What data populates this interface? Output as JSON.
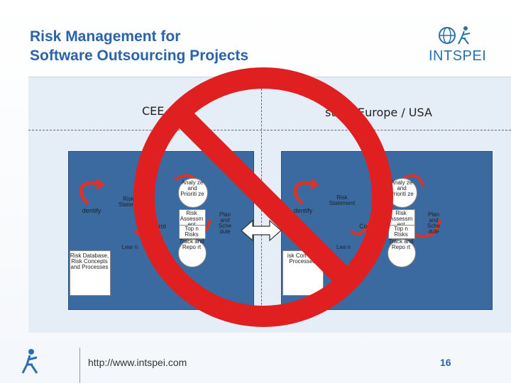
{
  "title": {
    "line1": "Risk Management for",
    "line2": "Software Outsourcing Projects"
  },
  "logo": {
    "text": "INTSPEI"
  },
  "columns": {
    "left_header": "CEE",
    "right_header": "stern  Europe / USA"
  },
  "left_diagram": {
    "identify": "dentify",
    "risk_statement": "Risk Statem-",
    "analyze": "Analy ze and Prioriti ze",
    "risk_assessment": "Risk Assessm ent",
    "top_n": "Top n Risks",
    "plan": "Plan and Sche dule",
    "control": "ntrol",
    "learn": "Lear n",
    "track": "Track and Repo rt",
    "database": "Risk Database, Risk Concepts and Processes"
  },
  "right_diagram": {
    "identify": "dentify",
    "risk_statement": "Risk Statement",
    "analyze": "Analy ze and Prioriti ze",
    "risk_assessment": "Risk Assessm ent",
    "top_n": "Top n Risks",
    "plan": "Plan and Sche dule",
    "control": "Co",
    "learn": "Lea n",
    "track": "Track and Repo rt",
    "database": "isk Con and Processes"
  },
  "footer": {
    "url": "http://www.intspei.com",
    "page": "16"
  },
  "colors": {
    "title": "#2a63a8",
    "panel": "#3b6aa0",
    "arrow": "#d9342b",
    "ban": "#e02020"
  }
}
